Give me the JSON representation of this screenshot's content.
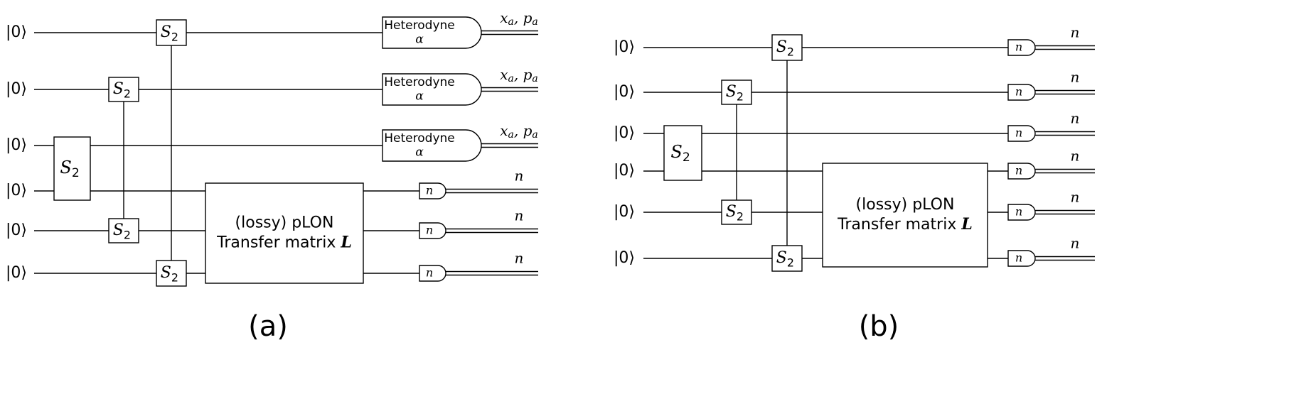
{
  "panels": [
    {
      "caption": "(a)",
      "inputs": [
        "|0⟩",
        "|0⟩",
        "|0⟩",
        "|0⟩",
        "|0⟩",
        "|0⟩"
      ],
      "squeezers": [
        {
          "label": "S2",
          "modes": [
            0,
            5
          ]
        },
        {
          "label": "S2",
          "modes": [
            1,
            4
          ]
        },
        {
          "label": "S2",
          "modes": [
            2,
            3
          ]
        }
      ],
      "pLON": {
        "line1": "(lossy) pLON",
        "line2_prefix": "Transfer matrix",
        "line2_symbol": "L"
      },
      "heterodyne": [
        {
          "line1": "Heterodyne",
          "line2": "α",
          "outcome": "x_a, p_a"
        },
        {
          "line1": "Heterodyne",
          "line2": "α",
          "outcome": "x_a, p_a"
        },
        {
          "line1": "Heterodyne",
          "line2": "α",
          "outcome": "x_a, p_a"
        }
      ],
      "counters": [
        {
          "label": "n",
          "outcome": "n"
        },
        {
          "label": "n",
          "outcome": "n"
        },
        {
          "label": "n",
          "outcome": "n"
        }
      ]
    },
    {
      "caption": "(b)",
      "inputs": [
        "|0⟩",
        "|0⟩",
        "|0⟩",
        "|0⟩",
        "|0⟩",
        "|0⟩"
      ],
      "squeezers": [
        {
          "label": "S2",
          "modes": [
            0,
            5
          ]
        },
        {
          "label": "S2",
          "modes": [
            1,
            4
          ]
        },
        {
          "label": "S2",
          "modes": [
            2,
            3
          ]
        }
      ],
      "pLON": {
        "line1": "(lossy) pLON",
        "line2_prefix": "Transfer matrix",
        "line2_symbol": "L"
      },
      "counters": [
        {
          "label": "n",
          "outcome": "n"
        },
        {
          "label": "n",
          "outcome": "n"
        },
        {
          "label": "n",
          "outcome": "n"
        },
        {
          "label": "n",
          "outcome": "n"
        },
        {
          "label": "n",
          "outcome": "n"
        },
        {
          "label": "n",
          "outcome": "n"
        }
      ]
    }
  ]
}
